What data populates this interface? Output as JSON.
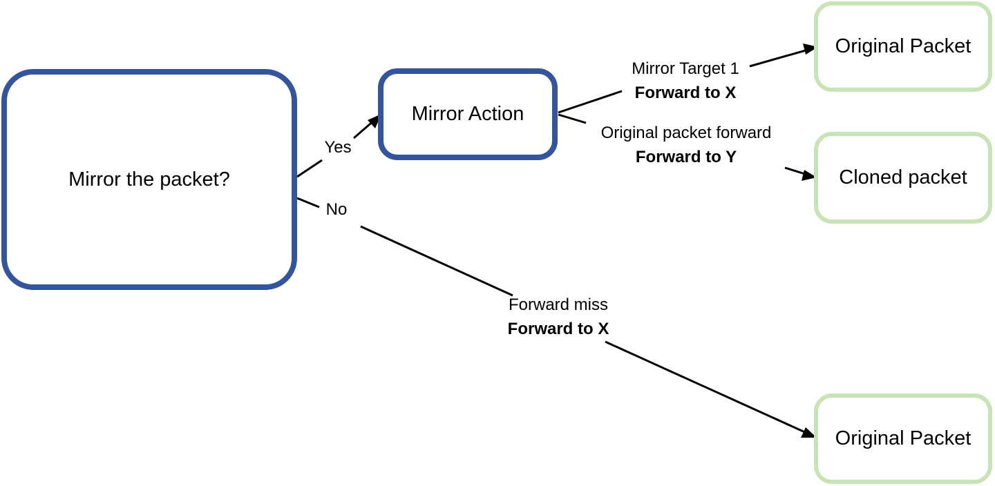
{
  "colors": {
    "decision_border": "#34559c",
    "result_border": "#c8e3b6",
    "line": "#000000"
  },
  "nodes": {
    "decision": {
      "label": "Mirror the packet?"
    },
    "mirror_action": {
      "label": "Mirror Action"
    },
    "original_packet_top": {
      "label": "Original Packet"
    },
    "cloned_packet": {
      "label": "Cloned packet"
    },
    "original_packet_bottom": {
      "label": "Original Packet"
    }
  },
  "edges": {
    "yes": {
      "label": "Yes"
    },
    "no": {
      "label": "No"
    },
    "mirror_target": {
      "line1": "Mirror Target 1",
      "line2": "Forward to X"
    },
    "original_forward": {
      "line1": "Original packet forward",
      "line2": "Forward to Y"
    },
    "forward_miss": {
      "line1": "Forward miss",
      "line2": "Forward to X"
    }
  }
}
